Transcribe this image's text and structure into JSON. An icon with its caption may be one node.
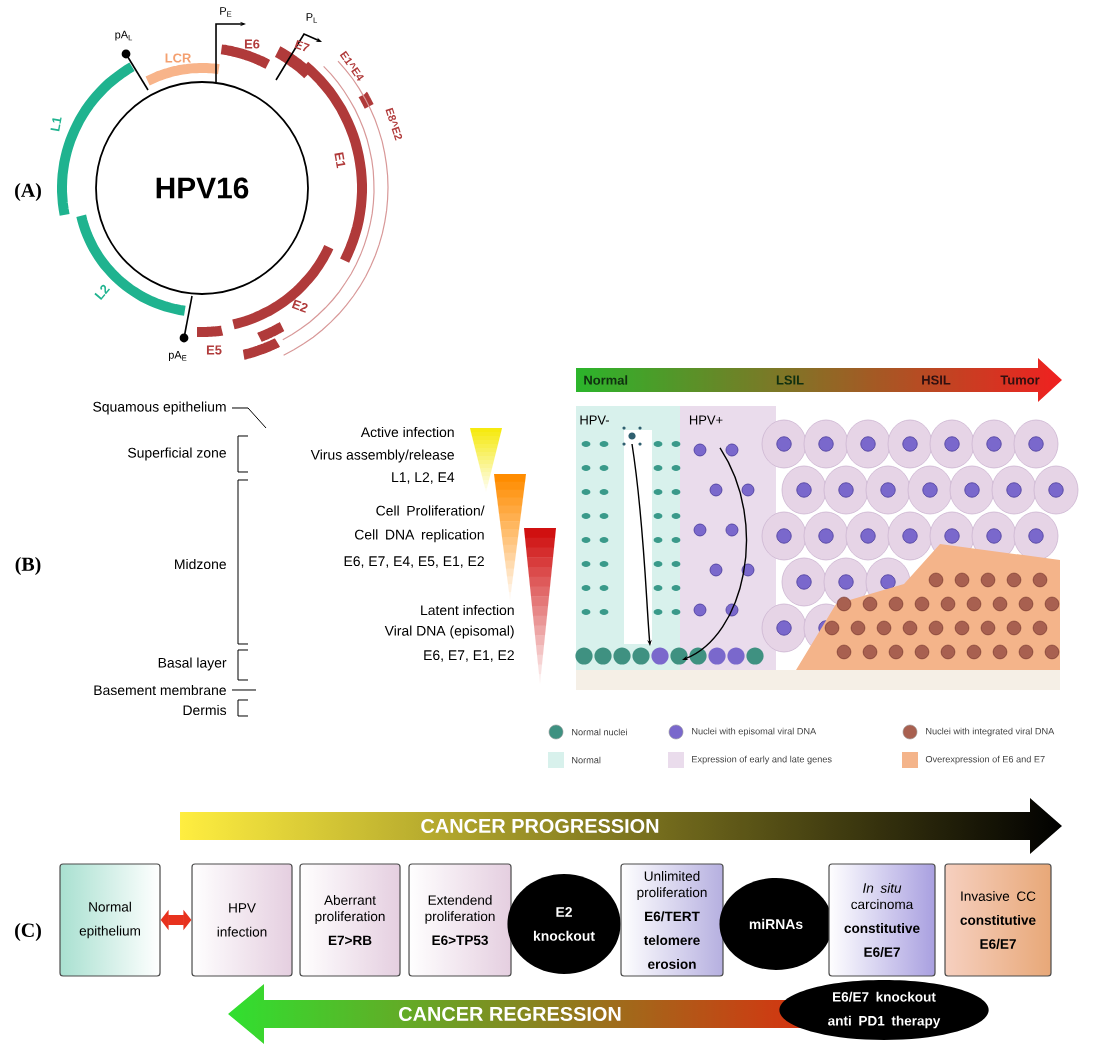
{
  "diagram": {
    "nodes": [
      {
        "text": [
          "HPV16"
        ]
      },
      {
        "text": [
          "Normal epithelium"
        ]
      },
      {
        "text": [
          "HPV infection"
        ]
      },
      {
        "text": [
          "Aberrant proliferation",
          "E7>RB"
        ]
      },
      {
        "text": [
          "Extendend proliferation",
          "E6>TP53"
        ]
      },
      {
        "text": [
          "E2 knockout"
        ]
      },
      {
        "text": [
          "Unlimited proliferation",
          "E6/TERT telomere erosion"
        ]
      },
      {
        "text": [
          "miRNAs"
        ]
      },
      {
        "text": [
          "*In situ* carcinoma",
          "constitutive E6/E7"
        ]
      },
      {
        "text": [
          "Invasive CC",
          "constitutive E6/E7"
        ]
      },
      {
        "text": [
          "E6/E7 knockout anti PD1 therapy"
        ]
      }
    ],
    "edges": [
      {
        "from": 1,
        "to": 2,
        "arrow": "both",
        "color": "#e8321e"
      }
    ],
    "labels": [
      "(A)",
      "pA$_{L}$",
      "LCR",
      "P$_{E}$",
      "E6",
      "P$_{L}$",
      "E7",
      "E1^E4",
      "E8^E2",
      "L1",
      "E1",
      "L2",
      "E2",
      "E5",
      "pA$_{E}$",
      "Normal",
      "LSIL",
      "HSIL",
      "Tumor",
      "Squamous epithelium",
      "Active infection",
      "HPV-",
      "HPV+",
      "Superficial zone",
      "Virus assembly/release",
      "L1, L2, E4",
      "Cell Proliferation/ Cell DNA replication",
      "(B)",
      "Midzone",
      "E6, E7, E4, E5, E1, E2",
      "Latent infection",
      "Viral DNA (episomal)",
      "E6, E7, E1, E2",
      "Basal layer",
      "Basement membrane",
      "Dermis",
      "CANCER PROGRESSION",
      "(C)",
      "CANCER REGRESSION"
    ],
    "legend": [
      {
        "text": "Normal nuclei",
        "color": "#3f9181"
      },
      {
        "text": "Nuclei with episomal viral DNA",
        "color": "#7a68cc"
      },
      {
        "text": "Nuclei with integrated viral DNA",
        "color": "#a86050"
      },
      {
        "text": "Normal",
        "color": "#d8f1ec"
      },
      {
        "text": "Expression of early and late genes",
        "color": "#eadcec"
      },
      {
        "text": "Overexpression of E6 and E7",
        "color": "#f4b48a"
      }
    ]
  }
}
